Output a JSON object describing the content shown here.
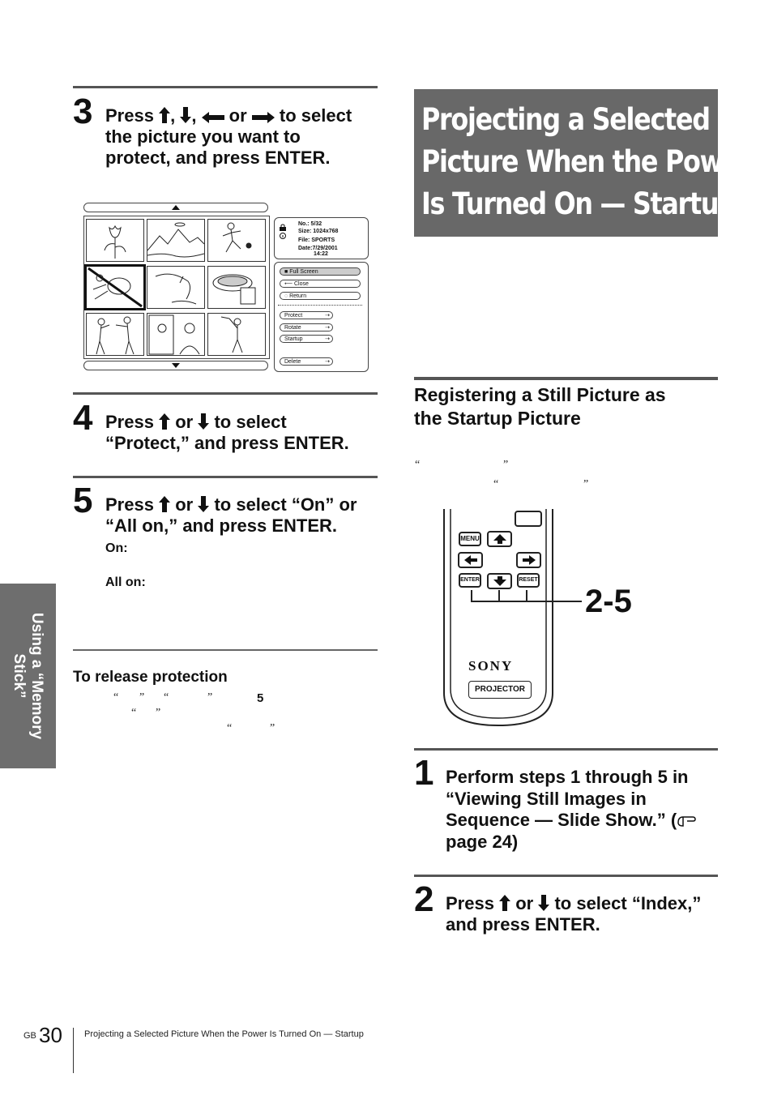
{
  "left": {
    "step3": {
      "num": "3",
      "line1_a": "Press",
      "line1_b": "or",
      "line1_c": "to select",
      "line2": "the picture you want to",
      "line3": "protect, and press ENTER."
    },
    "screen": {
      "info_no": "No.:  5/32",
      "info_size": "Size: 1024x768",
      "info_file": "File: SPORTS",
      "info_date": "Date:7/29/2001",
      "info_time": "14:22",
      "menu": [
        "Full Screen",
        "Close",
        "Return",
        "Protect",
        "Rotate",
        "Startup",
        "Delete"
      ]
    },
    "step4": {
      "num": "4",
      "line1_a": "Press",
      "line1_b": "or",
      "line1_c": "to select",
      "line2": "“Protect,” and press ENTER."
    },
    "step5": {
      "num": "5",
      "line1_a": "Press",
      "line1_b": "or",
      "line1_c": "to select “On” or",
      "line2": "“All on,” and press ENTER.",
      "on_label": "On:",
      "allon_label": "All on:"
    },
    "release": {
      "heading": "To release protection",
      "q1": "“",
      "q2": "”",
      "q3": "“",
      "q4": "”",
      "step_ref": "5",
      "q5": "“",
      "q6": "”",
      "q7": "“",
      "q8": "”"
    }
  },
  "right": {
    "title": [
      "Projecting a Selected",
      "Picture When the Power",
      "Is Turned On — Startup"
    ],
    "subheading": [
      "Registering a Still Picture as",
      "the Startup Picture"
    ],
    "quotes": [
      "“",
      "”",
      "“",
      "”"
    ],
    "remote": {
      "menu": "MENU",
      "enter": "ENTER",
      "reset": "RESET",
      "brand": "SONY",
      "projector": "PROJECTOR",
      "callout": "2-5"
    },
    "step1": {
      "num": "1",
      "lines": [
        "Perform steps 1 through 5 in",
        "“Viewing Still Images in",
        "Sequence — Slide Show.” (",
        "page 24)"
      ]
    },
    "step2": {
      "num": "2",
      "line1_a": "Press",
      "line1_b": "or",
      "line1_c": "to select “Index,”",
      "line2": "and press ENTER."
    }
  },
  "side_tab": {
    "line1": "Using a “Memory",
    "line2": "Stick”"
  },
  "footer": {
    "gb": "GB",
    "page": "30",
    "running_title": "Projecting a Selected Picture When the Power Is Turned On — Startup"
  }
}
